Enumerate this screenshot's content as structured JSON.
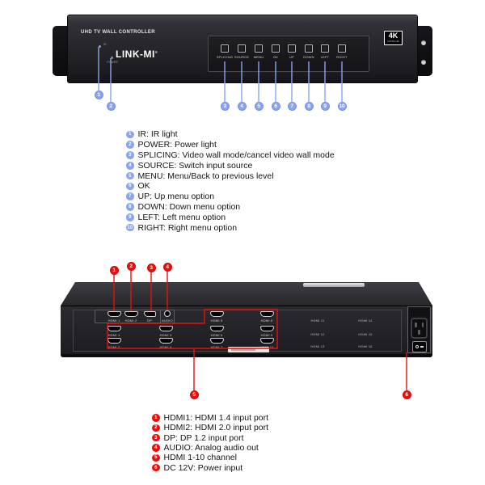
{
  "colors": {
    "callout_blue": "#8aa4ef",
    "callout_red": "#e9100e",
    "chassis": "#222227",
    "background": "#ffffff"
  },
  "front_panel": {
    "title": "UHD TV WALL CONTROLLER",
    "logo": "LINK-MI",
    "logo_sup": "®",
    "ir_label": "IR",
    "power_label": "POWER",
    "badge_line1": "4K",
    "badge_line2": "ULTRA HD",
    "buttons": [
      "SPLICING",
      "SOURCE",
      "MENU",
      "OK",
      "UP",
      "DOWN",
      "LEFT",
      "RIGHT"
    ],
    "callouts": [
      "1",
      "2",
      "3",
      "4",
      "5",
      "6",
      "7",
      "8",
      "9",
      "10"
    ]
  },
  "front_legend": {
    "items": [
      {
        "num": "1",
        "text": "IR: IR light"
      },
      {
        "num": "2",
        "text": "POWER: Power light"
      },
      {
        "num": "3",
        "text": "SPLICING: Video wall mode/cancel video wall mode"
      },
      {
        "num": "4",
        "text": "SOURCE: Switch input source"
      },
      {
        "num": "5",
        "text": "MENU: Menu/Back to previous level"
      },
      {
        "num": "6",
        "text": "OK"
      },
      {
        "num": "7",
        "text": "UP: Up menu option"
      },
      {
        "num": "8",
        "text": "DOWN: Down menu option"
      },
      {
        "num": "9",
        "text": "LEFT: Left menu option"
      },
      {
        "num": "10",
        "text": "RIGHT: Right menu option"
      }
    ]
  },
  "rear_panel": {
    "callouts_top": [
      "1",
      "2",
      "3",
      "4"
    ],
    "callouts_bottom": [
      "5",
      "6"
    ],
    "input_ports": [
      "HDMI 1",
      "HDMI 2",
      "DP"
    ],
    "audio_label": "AUDIO",
    "out_row1": [
      "HDMI 5",
      "HDMI 8"
    ],
    "out_row2": [
      "HDMI 1",
      "HDMI 3",
      "HDMI 6",
      "HDMI 9"
    ],
    "out_row3": [
      "HDMI 2",
      "HDMI 4",
      "HDMI 7",
      "HDMI 10"
    ],
    "label_row1": [
      "HDMI 11",
      "HDMI 14"
    ],
    "label_row2": [
      "HDMI 12",
      "HDMI 15"
    ],
    "label_row3": [
      "HDMI 13",
      "HDMI 16"
    ]
  },
  "rear_legend": {
    "items": [
      {
        "num": "1",
        "text": "HDMI1: HDMI 1.4 input port"
      },
      {
        "num": "2",
        "text": "HDMI2: HDMI 2.0 input port"
      },
      {
        "num": "3",
        "text": "DP: DP 1.2 input port"
      },
      {
        "num": "4",
        "text": "AUDIO: Analog audio out"
      },
      {
        "num": "5",
        "text": "HDMI 1-10 channel"
      },
      {
        "num": "6",
        "text": "DC 12V: Power input"
      }
    ]
  }
}
